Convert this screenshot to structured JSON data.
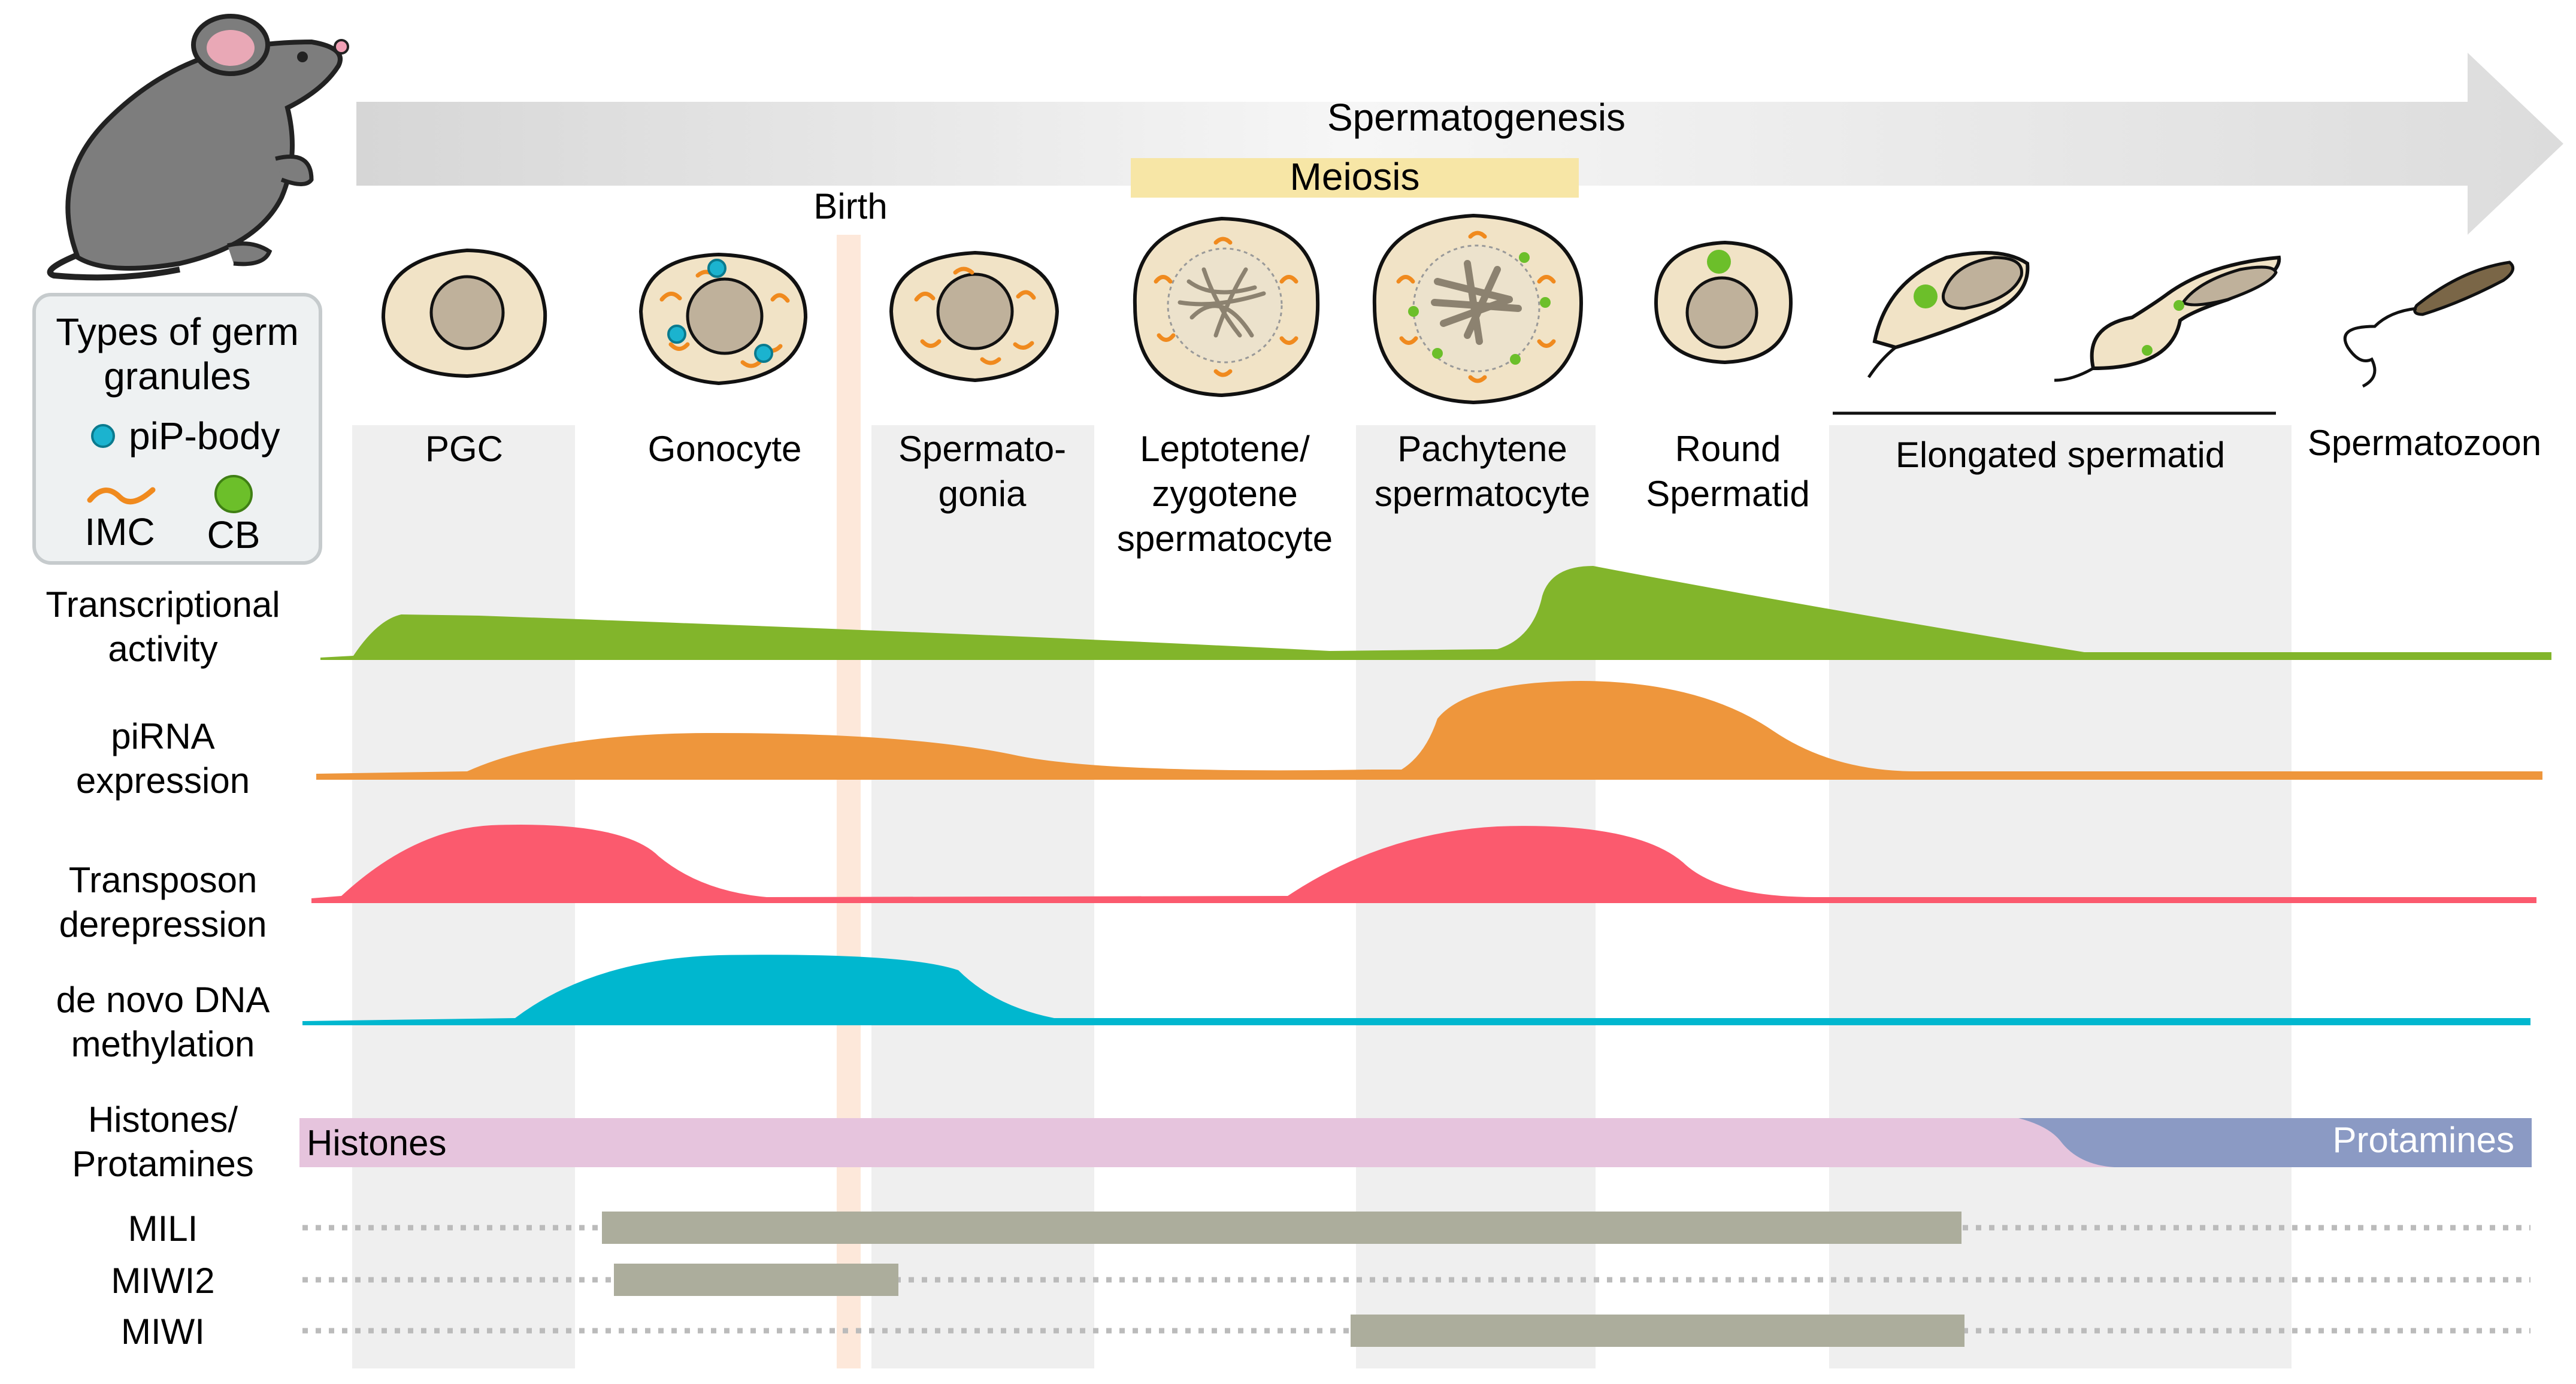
{
  "process_arrow": {
    "label": "Spermatogenesis"
  },
  "meiosis": {
    "label": "Meiosis",
    "color": "#f7e6a6"
  },
  "birth": {
    "label": "Birth",
    "color": "#fde4d4"
  },
  "legend": {
    "title_line1": "Types of germ",
    "title_line2": "granules",
    "items": [
      {
        "icon": "piP-body-icon",
        "label": "piP-body",
        "color": "#1bb3cf"
      },
      {
        "icon": "IMC-icon",
        "label": "IMC",
        "color": "#f08a1e"
      },
      {
        "icon": "CB-icon",
        "label": "CB",
        "color": "#6cbf2a"
      }
    ]
  },
  "stages": [
    {
      "lines": [
        "PGC"
      ]
    },
    {
      "lines": [
        "Gonocyte"
      ]
    },
    {
      "lines": [
        "Spermato-",
        "gonia"
      ]
    },
    {
      "lines": [
        "Leptotene/",
        "zygotene",
        "spermatocyte"
      ]
    },
    {
      "lines": [
        "Pachytene",
        "spermatocyte"
      ]
    },
    {
      "lines": [
        "Round",
        "Spermatid"
      ]
    },
    {
      "lines": [
        "Elongated spermatid"
      ]
    },
    {
      "lines": [
        "Spermatozoon"
      ]
    }
  ],
  "tracks": [
    {
      "label_lines": [
        "Transcriptional",
        "activity"
      ],
      "color": "#82b52b"
    },
    {
      "label_lines": [
        "piRNA",
        "expression"
      ],
      "color": "#ee963c"
    },
    {
      "label_lines": [
        "Transposon",
        "derepression"
      ],
      "color": "#fb5a6e"
    },
    {
      "label_lines": [
        "de novo DNA",
        "methylation"
      ],
      "color": "#00b7cf"
    }
  ],
  "chromatin": {
    "label_lines": [
      "Histones/",
      "Protamines"
    ],
    "histones": {
      "label": "Histones",
      "color": "#e6c4dd"
    },
    "protamines": {
      "label": "Protamines",
      "color": "#8b9ac4"
    }
  },
  "proteins": [
    {
      "name": "MILI",
      "color": "#acad9c"
    },
    {
      "name": "MIWI2",
      "color": "#acad9c"
    },
    {
      "name": "MIWI",
      "color": "#acad9c"
    }
  ]
}
